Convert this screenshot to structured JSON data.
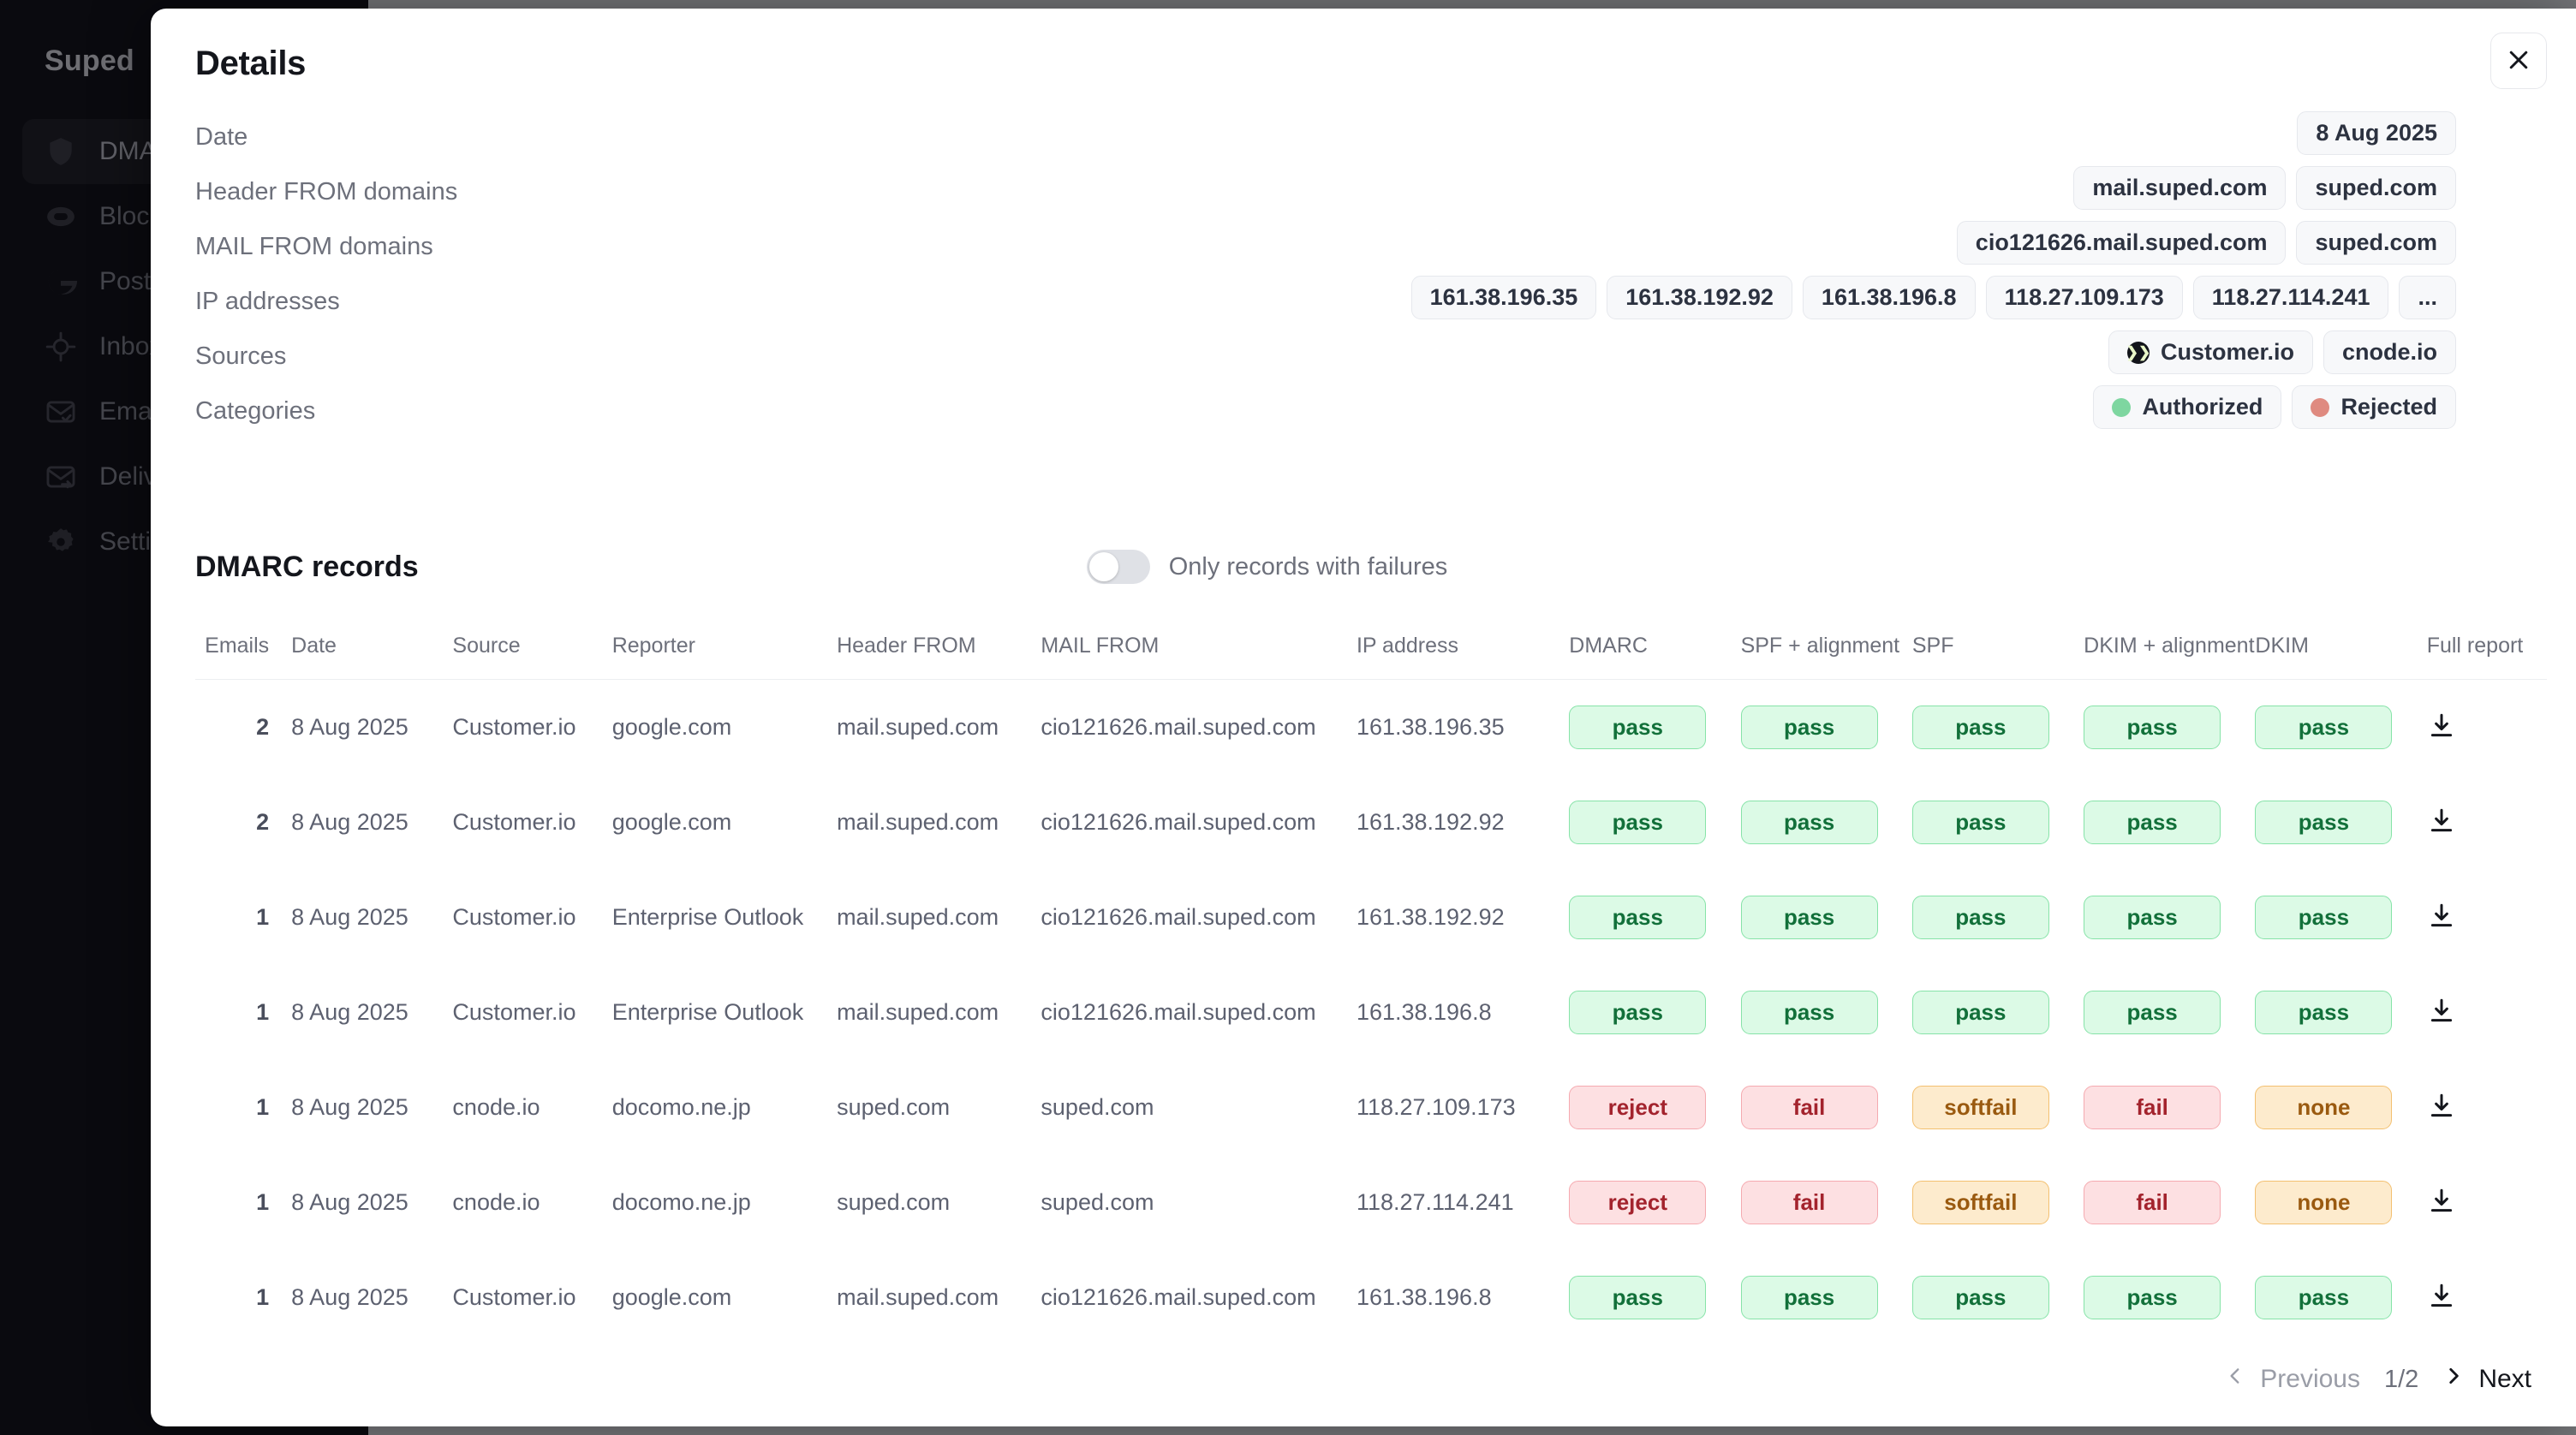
{
  "sidebar": {
    "brand": "Suped",
    "items": [
      {
        "label": "DMARC",
        "icon": "shield-icon",
        "active": true
      },
      {
        "label": "Blocklists",
        "icon": "capsule-icon",
        "active": false
      },
      {
        "label": "Postmaster",
        "icon": "google-g-icon",
        "active": false
      },
      {
        "label": "Inbox",
        "icon": "crosshair-icon",
        "active": false
      },
      {
        "label": "Email",
        "icon": "mail-check-icon",
        "active": false
      },
      {
        "label": "Delivery",
        "icon": "mail-arrow-icon",
        "active": false
      },
      {
        "label": "Settings",
        "icon": "gear-icon",
        "active": false
      }
    ]
  },
  "modal": {
    "title": "Details",
    "close_icon": "close-icon"
  },
  "details": [
    {
      "label": "Date",
      "chips": [
        {
          "text": "8 Aug 2025"
        }
      ]
    },
    {
      "label": "Header FROM domains",
      "chips": [
        {
          "text": "mail.suped.com"
        },
        {
          "text": "suped.com"
        }
      ]
    },
    {
      "label": "MAIL FROM domains",
      "chips": [
        {
          "text": "cio121626.mail.suped.com"
        },
        {
          "text": "suped.com"
        }
      ]
    },
    {
      "label": "IP addresses",
      "chips": [
        {
          "text": "161.38.196.35"
        },
        {
          "text": "161.38.192.92"
        },
        {
          "text": "161.38.196.8"
        },
        {
          "text": "118.27.109.173"
        },
        {
          "text": "118.27.114.241"
        },
        {
          "text": "..."
        }
      ]
    },
    {
      "label": "Sources",
      "chips": [
        {
          "text": "Customer.io",
          "icon": "customerio-logo-icon"
        },
        {
          "text": "cnode.io"
        }
      ]
    },
    {
      "label": "Categories",
      "chips": [
        {
          "text": "Authorized",
          "dot": "#7ed6a0"
        },
        {
          "text": "Rejected",
          "dot": "#df8a80"
        }
      ]
    }
  ],
  "records": {
    "title": "DMARC records",
    "toggle_label": "Only records with failures",
    "toggle_on": false,
    "columns": [
      "Emails",
      "Date",
      "Source",
      "Reporter",
      "Header FROM",
      "MAIL FROM",
      "IP address",
      "DMARC",
      "SPF + alignment",
      "SPF",
      "DKIM + alignment",
      "DKIM",
      "Full report"
    ],
    "rows": [
      {
        "emails": "2",
        "date": "8 Aug 2025",
        "source": "Customer.io",
        "reporter": "google.com",
        "header_from": "mail.suped.com",
        "mail_from": "cio121626.mail.suped.com",
        "ip": "161.38.196.35",
        "dmarc": "pass",
        "spf_alignment": "pass",
        "spf": "pass",
        "dkim_alignment": "pass",
        "dkim": "pass"
      },
      {
        "emails": "2",
        "date": "8 Aug 2025",
        "source": "Customer.io",
        "reporter": "google.com",
        "header_from": "mail.suped.com",
        "mail_from": "cio121626.mail.suped.com",
        "ip": "161.38.192.92",
        "dmarc": "pass",
        "spf_alignment": "pass",
        "spf": "pass",
        "dkim_alignment": "pass",
        "dkim": "pass"
      },
      {
        "emails": "1",
        "date": "8 Aug 2025",
        "source": "Customer.io",
        "reporter": "Enterprise Outlook",
        "header_from": "mail.suped.com",
        "mail_from": "cio121626.mail.suped.com",
        "ip": "161.38.192.92",
        "dmarc": "pass",
        "spf_alignment": "pass",
        "spf": "pass",
        "dkim_alignment": "pass",
        "dkim": "pass"
      },
      {
        "emails": "1",
        "date": "8 Aug 2025",
        "source": "Customer.io",
        "reporter": "Enterprise Outlook",
        "header_from": "mail.suped.com",
        "mail_from": "cio121626.mail.suped.com",
        "ip": "161.38.196.8",
        "dmarc": "pass",
        "spf_alignment": "pass",
        "spf": "pass",
        "dkim_alignment": "pass",
        "dkim": "pass"
      },
      {
        "emails": "1",
        "date": "8 Aug 2025",
        "source": "cnode.io",
        "reporter": "docomo.ne.jp",
        "header_from": "suped.com",
        "mail_from": "suped.com",
        "ip": "118.27.109.173",
        "dmarc": "reject",
        "spf_alignment": "fail",
        "spf": "softfail",
        "dkim_alignment": "fail",
        "dkim": "none"
      },
      {
        "emails": "1",
        "date": "8 Aug 2025",
        "source": "cnode.io",
        "reporter": "docomo.ne.jp",
        "header_from": "suped.com",
        "mail_from": "suped.com",
        "ip": "118.27.114.241",
        "dmarc": "reject",
        "spf_alignment": "fail",
        "spf": "softfail",
        "dkim_alignment": "fail",
        "dkim": "none"
      },
      {
        "emails": "1",
        "date": "8 Aug 2025",
        "source": "Customer.io",
        "reporter": "google.com",
        "header_from": "mail.suped.com",
        "mail_from": "cio121626.mail.suped.com",
        "ip": "161.38.196.8",
        "dmarc": "pass",
        "spf_alignment": "pass",
        "spf": "pass",
        "dkim_alignment": "pass",
        "dkim": "pass"
      }
    ],
    "download_icon": "download-icon"
  },
  "pagination": {
    "previous_label": "Previous",
    "next_label": "Next",
    "page_indicator": "1/2",
    "prev_icon": "chevron-left-icon",
    "next_icon": "chevron-right-icon"
  },
  "colors": {
    "pass_bg": "#dcfae6",
    "pass_fg": "#12703a",
    "fail_bg": "#fde0e2",
    "fail_fg": "#a3232d",
    "warn_bg": "#fdebcd",
    "warn_fg": "#9a5a10",
    "authorized_dot": "#7ed6a0",
    "rejected_dot": "#df8a80"
  }
}
